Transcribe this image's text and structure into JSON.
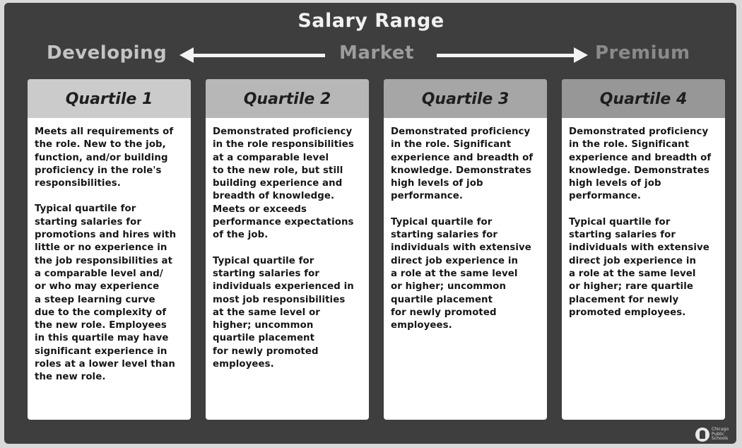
{
  "title": "Salary Range",
  "scale": {
    "left": "Developing",
    "middle": "Market",
    "right": "Premium"
  },
  "quartiles": [
    {
      "heading": "Quartile 1",
      "p1": "Meets all requirements of\nthe role. New to the job,\nfunction, and/or building\nproficiency in the role's\nresponsibilities.",
      "p2": "Typical quartile for\nstarting salaries for\npromotions and hires with\nlittle or no experience in\nthe job responsibilities at\na comparable level and/\nor who may experience\na steep learning curve\ndue to the complexity of\nthe new role. Employees\nin this quartile may have\nsignificant experience in\nroles at a lower level than\nthe new role."
    },
    {
      "heading": "Quartile 2",
      "p1": "Demonstrated proficiency\nin the role responsibilities\nat a comparable level\nto the new role, but still\nbuilding experience and\nbreadth of knowledge.\nMeets or exceeds\nperformance expectations\nof the job.",
      "p2": "Typical quartile for\nstarting salaries for\nindividuals experienced in\nmost job responsibilities\nat the same level or\nhigher; uncommon\nquartile placement\nfor newly promoted\nemployees."
    },
    {
      "heading": "Quartile 3",
      "p1": "Demonstrated proficiency\nin the role. Significant\nexperience and breadth of\nknowledge. Demonstrates\nhigh levels of job\nperformance.",
      "p2": "Typical quartile for\nstarting salaries for\nindividuals with extensive\ndirect job experience in\na role at the same level\nor higher;  uncommon\nquartile placement\nfor newly promoted\nemployees."
    },
    {
      "heading": "Quartile 4",
      "p1": "Demonstrated proficiency\nin the role. Significant\nexperience and breadth of\nknowledge. Demonstrates\nhigh levels of job\nperformance.",
      "p2": "Typical quartile for\nstarting salaries for\nindividuals with extensive\ndirect job experience in\na role at the same level\nor higher; rare quartile\nplacement for newly\npromoted employees."
    }
  ],
  "logo": {
    "text": "Chicago\nPublic\nSchools"
  }
}
